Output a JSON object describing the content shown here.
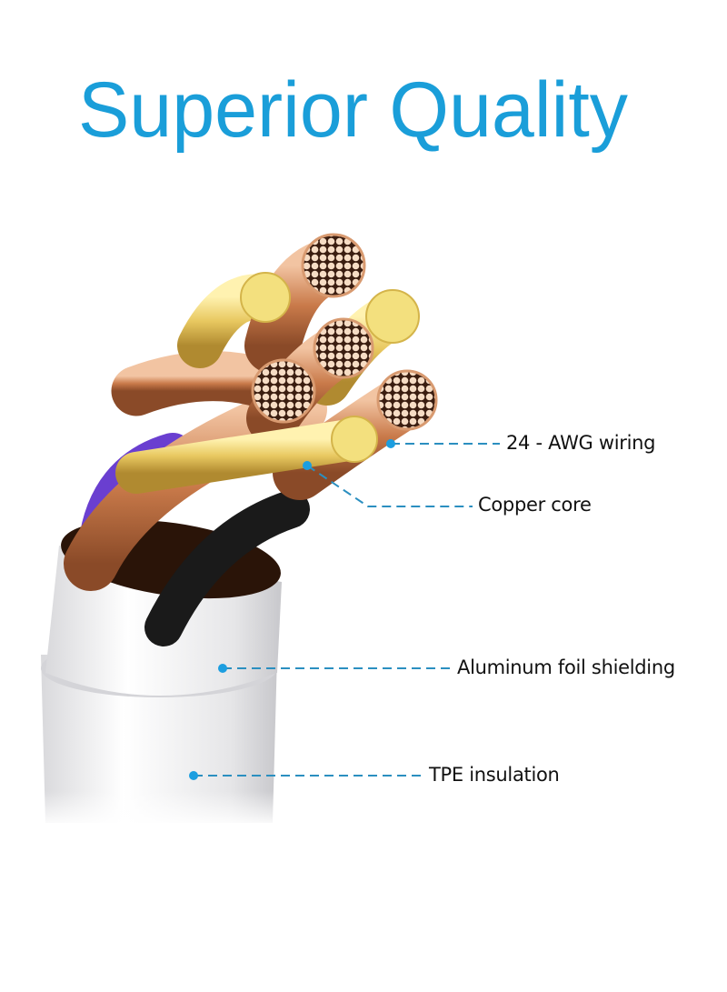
{
  "title": "Superior Quality",
  "colors": {
    "title": "#1a9ed9",
    "leader": "#2b8fc0",
    "copper": "#d88f62",
    "gold": "#f0d878",
    "purple": "#6a3fd0"
  },
  "labels": {
    "awg": "24 - AWG wiring",
    "copper": "Copper core",
    "foil": "Aluminum foil shielding",
    "tpe": "TPE insulation"
  }
}
